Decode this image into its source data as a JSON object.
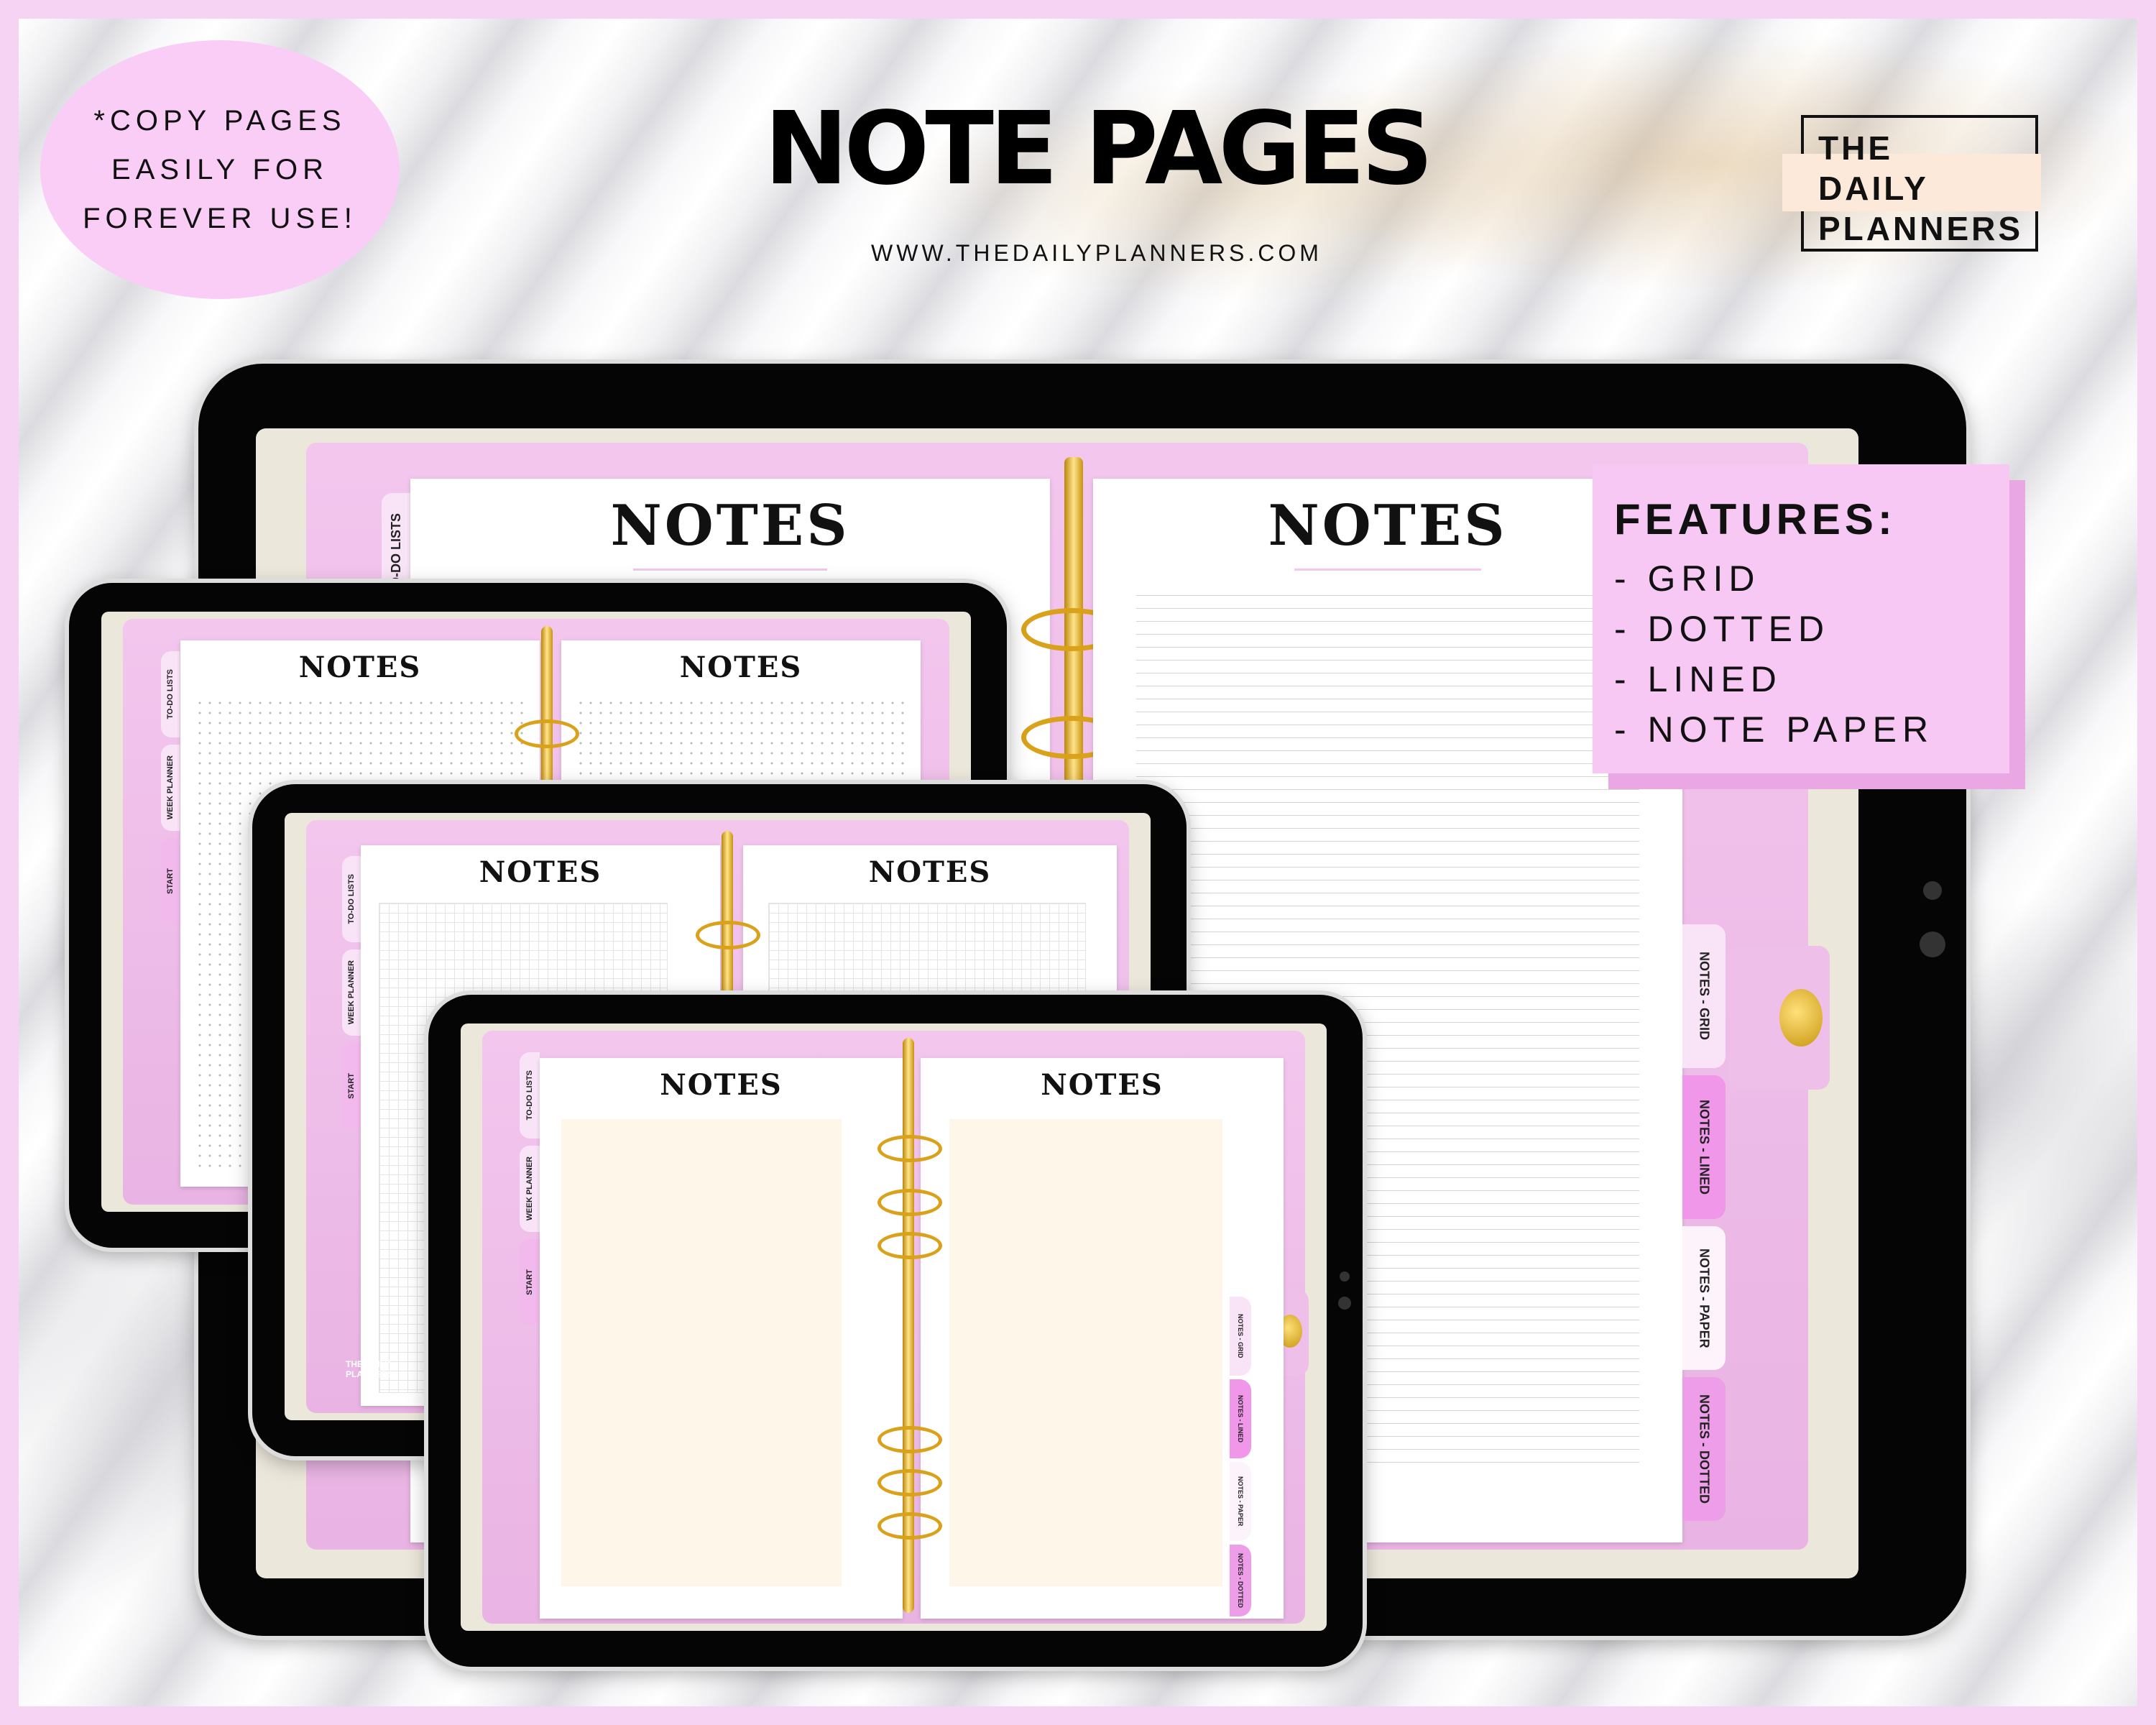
{
  "badge": {
    "text": "*COPY PAGES EASILY FOR FOREVER USE!"
  },
  "header": {
    "title": "NOTE PAGES",
    "website": "WWW.THEDAILYPLANNERS.COM"
  },
  "brand": {
    "line1": "THE",
    "line2": "DAILY",
    "line3": "PLANNERS"
  },
  "features": {
    "title": "FEATURES:",
    "items": [
      "- GRID",
      "- DOTTED",
      "- LINED",
      "- NOTE PAPER"
    ]
  },
  "planner": {
    "page_heading": "NOTES",
    "left_tabs": [
      "TO-DO LISTS",
      "WEEK PLANNER",
      "START"
    ],
    "right_tabs": [
      "NOTES - GRID",
      "NOTES - LINED",
      "NOTES - PAPER",
      "NOTES - DOTTED"
    ],
    "cover_logo": "THE DAILY PLANNERS"
  },
  "colors": {
    "pink": "#f6c8f3",
    "pink_dark": "#e9a8e4",
    "gold": "#d9a21a",
    "cream": "#fff6ea",
    "bezel": "#050505"
  }
}
